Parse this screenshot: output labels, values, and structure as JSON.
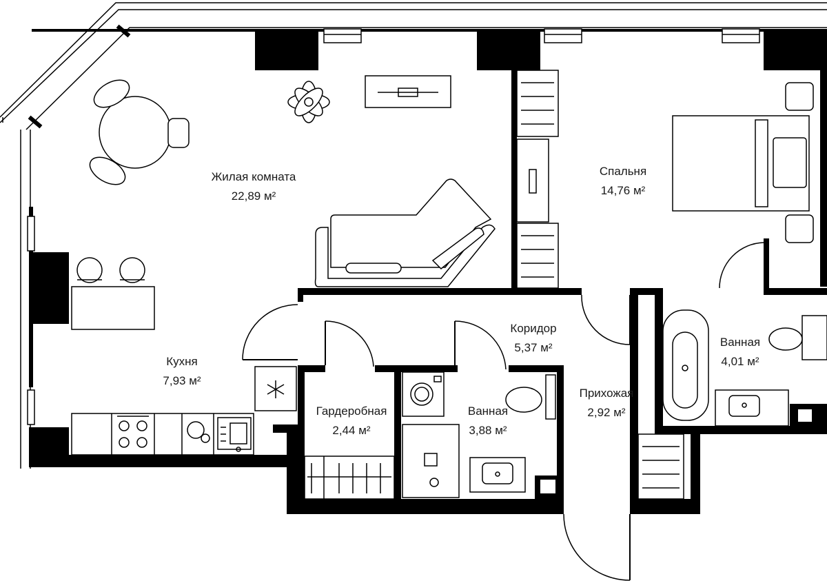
{
  "rooms": {
    "living": {
      "name": "Жилая комната",
      "area": "22,89 м²"
    },
    "bedroom": {
      "name": "Спальня",
      "area": "14,76 м²"
    },
    "kitchen": {
      "name": "Кухня",
      "area": "7,93 м²"
    },
    "corridor": {
      "name": "Коридор",
      "area": "5,37 м²"
    },
    "wardrobe": {
      "name": "Гардеробная",
      "area": "2,44 м²"
    },
    "bath1": {
      "name": "Ванная",
      "area": "3,88 м²"
    },
    "bath2": {
      "name": "Ванная",
      "area": "4,01 м²"
    },
    "hall": {
      "name": "Прихожая",
      "area": "2,92 м²"
    }
  },
  "icons": {
    "fridge": "snowflake-icon",
    "stove": "stove-icon",
    "dishwasher": "dishwasher-icon",
    "sink": "sink-icon",
    "washer": "washing-machine-icon",
    "toilet": "toilet-icon",
    "bathtub": "bathtub-icon",
    "bed": "bed-icon",
    "plant": "plant-icon",
    "sofa": "sofa-icon",
    "table": "dining-table-icon"
  }
}
